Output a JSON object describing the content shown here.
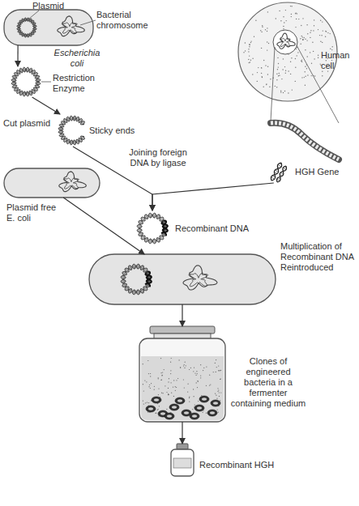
{
  "diagram": {
    "nodes": [
      {
        "text": [
          "Escherichia coli"
        ]
      },
      {
        "text": [
          "Restriction Enzyme"
        ]
      },
      {
        "text": [
          "Cut plasmid"
        ]
      },
      {
        "text": [
          "Human cell"
        ]
      },
      {
        "text": [
          "HGH Gene"
        ]
      },
      {
        "text": [
          "Recombinant DNA"
        ]
      },
      {
        "text": [
          "Plasmid free E. coli"
        ]
      },
      {
        "text": [
          "Multiplication of Recombinant DNA Reintroduced"
        ]
      },
      {
        "text": [
          "Clones of engineered bacteria in a fermenter containing medium"
        ]
      },
      {
        "text": [
          "Recombinant HGH"
        ]
      }
    ],
    "edges": [
      {
        "from": 0,
        "to": 1,
        "arrow": "to"
      },
      {
        "from": 1,
        "to": 2,
        "arrow": "to"
      },
      {
        "from": 2,
        "to": 5,
        "arrow": "to"
      },
      {
        "from": 4,
        "to": 5,
        "arrow": "to"
      },
      {
        "from": 6,
        "to": 7,
        "arrow": "to"
      },
      {
        "from": 7,
        "to": 8,
        "arrow": "to"
      },
      {
        "from": 8,
        "to": 9,
        "arrow": "to"
      }
    ],
    "labels": [
      "Plasmid",
      "Bacterial chromosome",
      "Sticky ends",
      "Joining foreign DNA by ligase"
    ]
  }
}
